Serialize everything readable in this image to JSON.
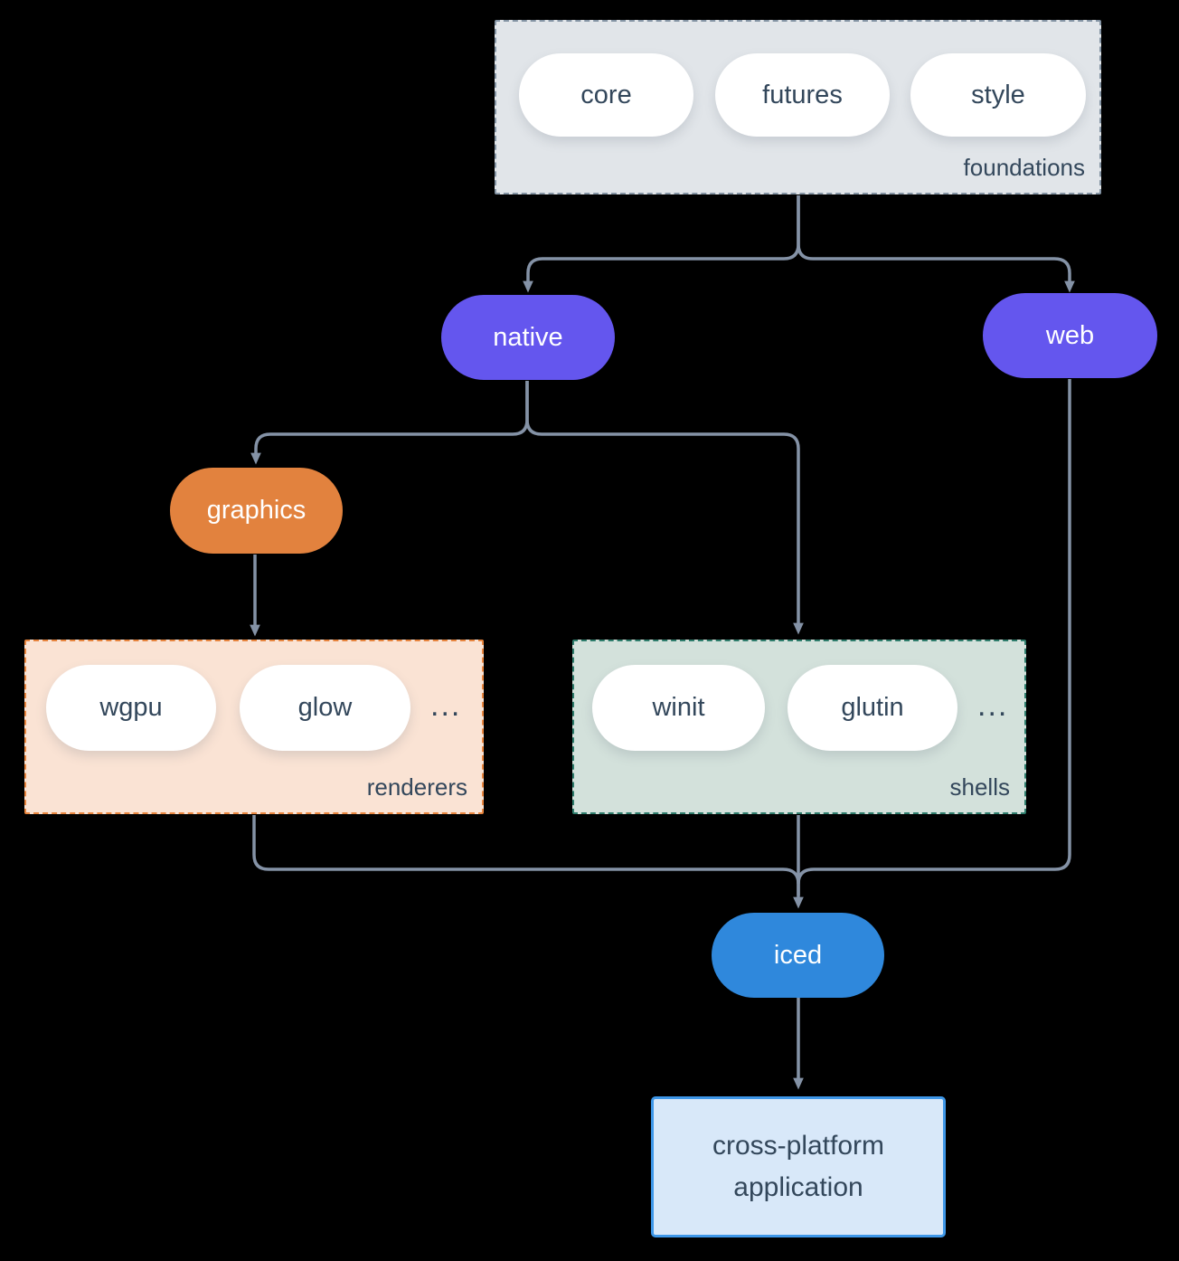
{
  "diagram": {
    "foundations": {
      "label": "foundations",
      "pills": [
        "core",
        "futures",
        "style"
      ]
    },
    "native": {
      "label": "native"
    },
    "web": {
      "label": "web"
    },
    "graphics": {
      "label": "graphics"
    },
    "renderers": {
      "label": "renderers",
      "pills": [
        "wgpu",
        "glow"
      ],
      "ellipsis": "..."
    },
    "shells": {
      "label": "shells",
      "pills": [
        "winit",
        "glutin"
      ],
      "ellipsis": "..."
    },
    "iced": {
      "label": "iced"
    },
    "application": {
      "lines": [
        "cross-platform",
        "application"
      ]
    }
  },
  "colors": {
    "background": "#000000",
    "arrow": "#8492a6",
    "text_dark": "#33475b",
    "node_purple": "#6456ee",
    "node_orange": "#e2823e",
    "node_blue": "#2f88dc",
    "foundations_bg": "#e1e5e9",
    "foundations_border": "#8494a4",
    "renderers_bg": "#fae3d4",
    "renderers_border": "#e8853e",
    "shells_bg": "#d3e1db",
    "shells_border": "#2e7d6c",
    "application_bg": "#d8e8f9",
    "application_border": "#3e97e8",
    "pill_bg": "#ffffff"
  }
}
